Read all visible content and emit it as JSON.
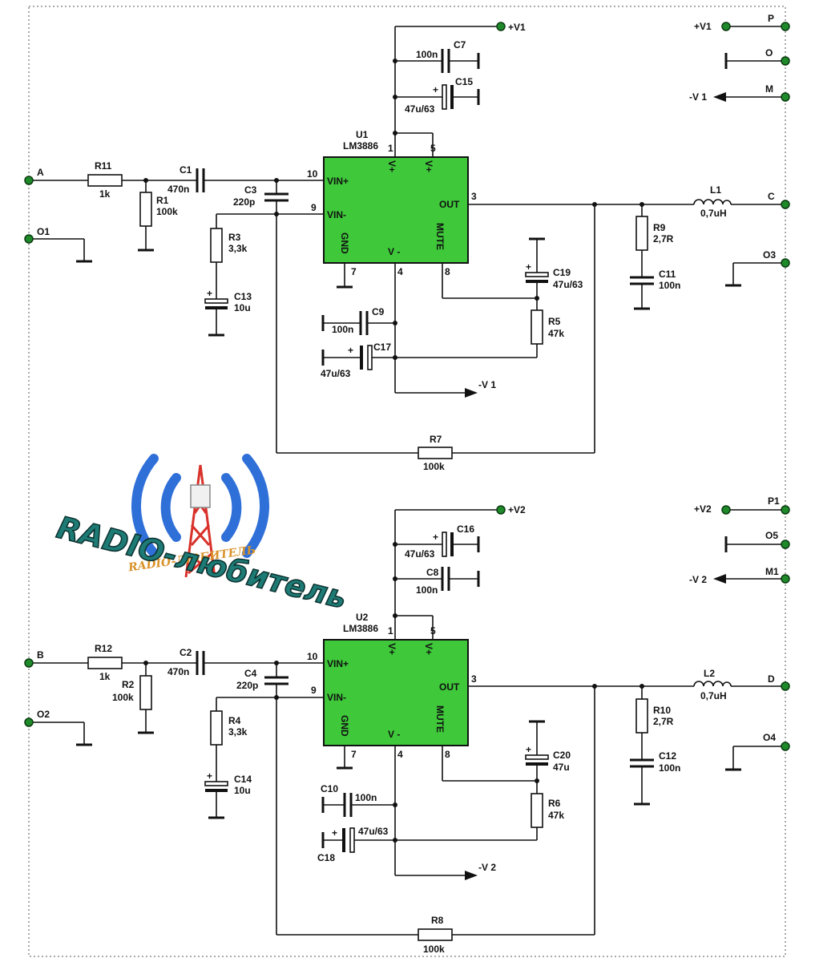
{
  "colors": {
    "wire": "#111111",
    "ic": "#3ec83a",
    "terminal": "#1f8a2a",
    "logo_arc": "#2f6fd8",
    "logo_text": "#1d7a74",
    "logo_sub": "#d9932a",
    "tower": "#d8322a"
  },
  "logo": {
    "main": "RADIO-любитель",
    "sub": "RADIO-ЛЮБИТЕЛЬ"
  },
  "ch1": {
    "ic_name": "U1",
    "ic_type": "LM3886",
    "pins": {
      "p1": "1",
      "p5": "5",
      "p10": "10",
      "p9": "9",
      "p3": "3",
      "p7": "7",
      "p4": "4",
      "p8": "8"
    },
    "ic_labels": {
      "vin_plus": "VIN+",
      "vin_minus": "VIN-",
      "out": "OUT",
      "gnd": "GND",
      "v_minus": "V -",
      "mute": "MUTE",
      "v_plus": "V+"
    },
    "terminals": {
      "in": "A",
      "gnd_in": "O1",
      "out": "C",
      "gnd_out": "O3",
      "vp": "P",
      "vo": "O",
      "vm": "M"
    },
    "rails": {
      "vplus": "+V1",
      "vplus_r": "+V1",
      "vminus": "-V 1",
      "vminus_r": "-V 1"
    },
    "parts": {
      "R11": "R11",
      "R11v": "1k",
      "R1": "R1",
      "R1v": "100k",
      "C1": "C1",
      "C1v": "470n",
      "C3": "C3",
      "C3v": "220p",
      "R3": "R3",
      "R3v": "3,3k",
      "C13": "C13",
      "C13v": "10u",
      "C7": "C7",
      "C7v": "100n",
      "C15": "C15",
      "C15v": "47u/63",
      "C9": "C9",
      "C9v": "100n",
      "C17": "C17",
      "C17v": "47u/63",
      "C19": "C19",
      "C19v": "47u/63",
      "R5": "R5",
      "R5v": "47k",
      "R9": "R9",
      "R9v": "2,7R",
      "C11": "C11",
      "C11v": "100n",
      "L1": "L1",
      "L1v": "0,7uH",
      "R7": "R7",
      "R7v": "100k"
    }
  },
  "ch2": {
    "ic_name": "U2",
    "ic_type": "LM3886",
    "pins": {
      "p1": "1",
      "p5": "5",
      "p10": "10",
      "p9": "9",
      "p3": "3",
      "p7": "7",
      "p4": "4",
      "p8": "8"
    },
    "ic_labels": {
      "vin_plus": "VIN+",
      "vin_minus": "VIN-",
      "out": "OUT",
      "gnd": "GND",
      "v_minus": "V -",
      "mute": "MUTE",
      "v_plus": "V+"
    },
    "terminals": {
      "in": "B",
      "gnd_in": "O2",
      "out": "D",
      "gnd_out": "O4",
      "vp": "P1",
      "vo": "O5",
      "vm": "M1"
    },
    "rails": {
      "vplus": "+V2",
      "vplus_r": "+V2",
      "vminus": "-V 2",
      "vminus_r": "-V 2"
    },
    "parts": {
      "R12": "R12",
      "R12v": "1k",
      "R2": "R2",
      "R2v": "100k",
      "C2": "C2",
      "C2v": "470n",
      "C4": "C4",
      "C4v": "220p",
      "R4": "R4",
      "R4v": "3,3k",
      "C14": "C14",
      "C14v": "10u",
      "C16": "C16",
      "C16v": "47u/63",
      "C8": "C8",
      "C8v": "100n",
      "C10": "C10",
      "C10v": "100n",
      "C18": "C18",
      "C18v": "47u/63",
      "C20": "C20",
      "C20v": "47u",
      "R6": "R6",
      "R6v": "47k",
      "R10": "R10",
      "R10v": "2,7R",
      "C12": "C12",
      "C12v": "100n",
      "L2": "L2",
      "L2v": "0,7uH",
      "R8": "R8",
      "R8v": "100k"
    }
  }
}
